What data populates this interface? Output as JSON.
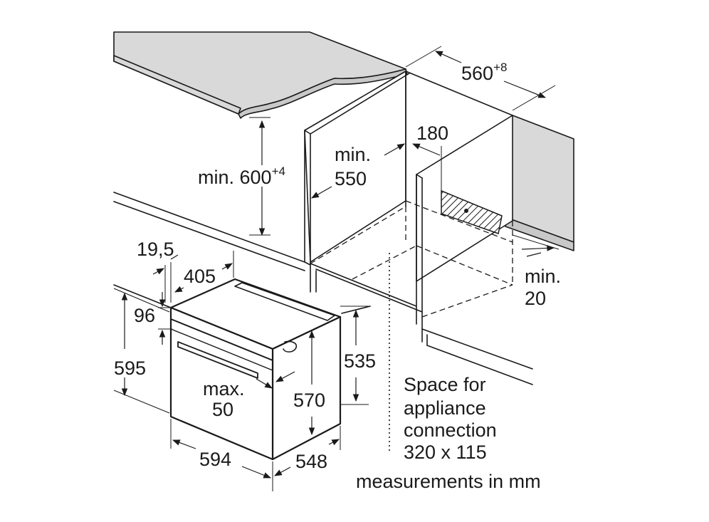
{
  "labels": {
    "width_niche_value": "560",
    "width_niche_tol": "+8",
    "height_niche_prefix": "min. 600",
    "height_niche_tol": "+4",
    "depth_niche_line1": "min.",
    "depth_niche_line2": "550",
    "rear_gap": "180",
    "side_gap_line1": "min.",
    "side_gap_line2": "20",
    "panel_thickness": "19,5",
    "door_depth_top": "405",
    "top_offset": "96",
    "oven_height": "595",
    "body_height": "535",
    "handle_line1": "max.",
    "handle_line2": "50",
    "inner_height": "570",
    "oven_width": "594",
    "oven_depth": "548"
  },
  "notes": {
    "connection_line1": "Space for",
    "connection_line2": "appliance",
    "connection_line3": "connection",
    "connection_line4": "320 x 115",
    "units": "measurements in mm"
  }
}
